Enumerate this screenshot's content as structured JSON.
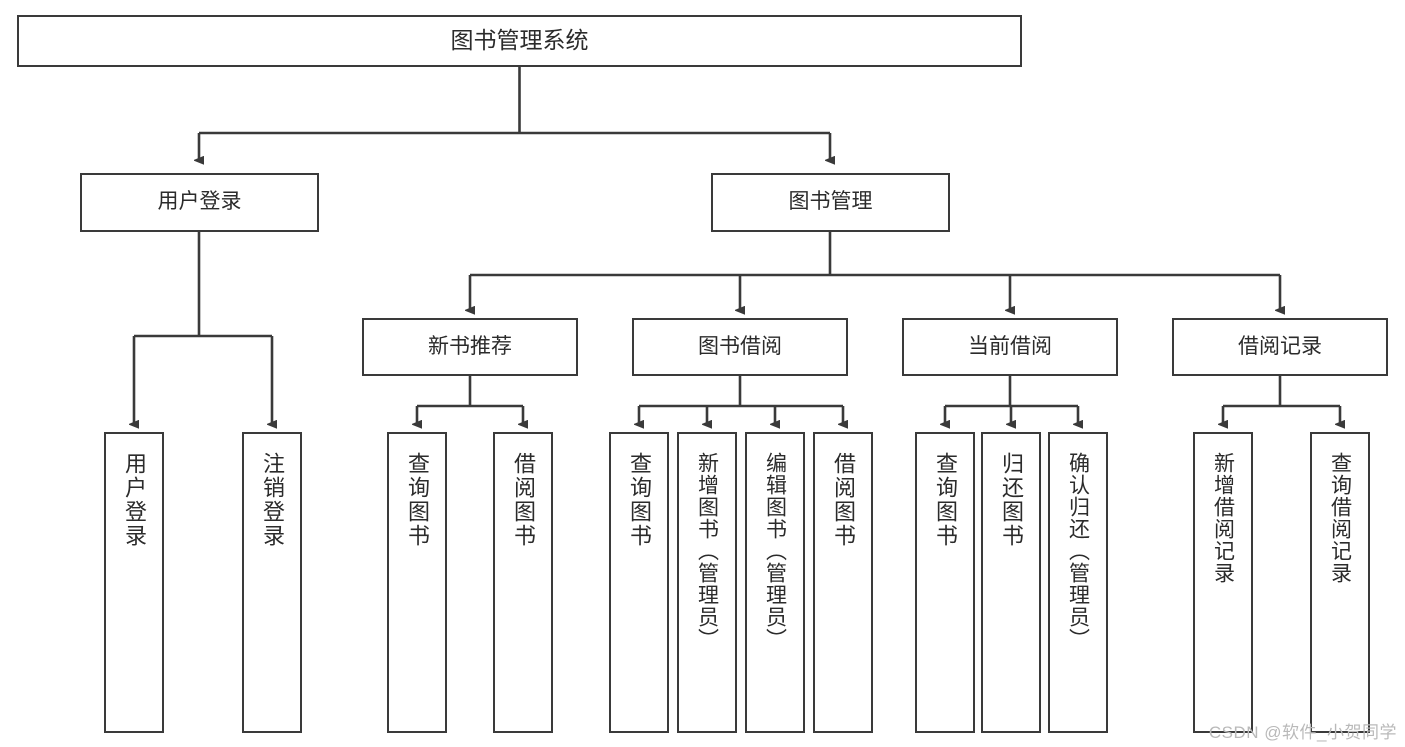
{
  "diagram": {
    "title": "图书管理系统",
    "type": "tree",
    "watermark": "CSDN @软件_小贺同学",
    "colors": {
      "border": "#3a3a3a",
      "text": "#2b2b2b",
      "background": "#ffffff",
      "connector": "#3a3a3a",
      "watermark": "#b9b9b9"
    },
    "root": {
      "label": "图书管理系统"
    },
    "level2": [
      {
        "label": "用户登录"
      },
      {
        "label": "图书管理"
      }
    ],
    "level3": [
      {
        "label": "新书推荐"
      },
      {
        "label": "图书借阅"
      },
      {
        "label": "当前借阅"
      },
      {
        "label": "借阅记录"
      }
    ],
    "leaves": {
      "user_login": [
        {
          "label": "用户登录"
        },
        {
          "label": "注销登录"
        }
      ],
      "new_book_recommend": [
        {
          "label": "查询图书"
        },
        {
          "label": "借阅图书"
        }
      ],
      "book_borrow": [
        {
          "label": "查询图书"
        },
        {
          "label": "新增图书（管理员）"
        },
        {
          "label": "编辑图书（管理员）"
        },
        {
          "label": "借阅图书"
        }
      ],
      "current_borrow": [
        {
          "label": "查询图书"
        },
        {
          "label": "归还图书"
        },
        {
          "label": "确认归还（管理员）"
        }
      ],
      "borrow_record": [
        {
          "label": "新增借阅记录"
        },
        {
          "label": "查询借阅记录"
        }
      ]
    }
  }
}
